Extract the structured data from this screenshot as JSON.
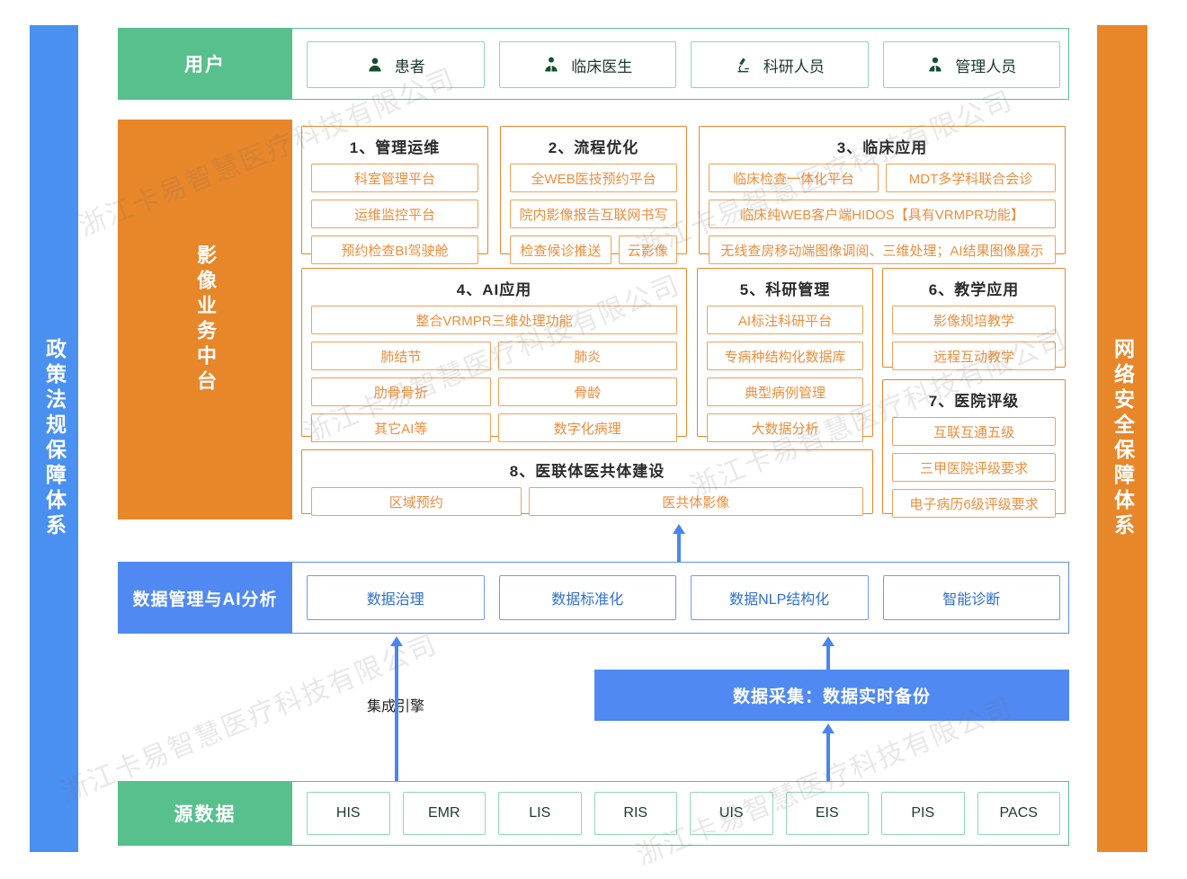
{
  "watermark": "浙江卡易智慧医疗科技有限公司",
  "pillars": {
    "left": "政策法规保障体系",
    "right": "网络安全保障体系"
  },
  "user_band": {
    "label": "用户",
    "items": [
      {
        "label": "患者",
        "icon": "patient-icon"
      },
      {
        "label": "临床医生",
        "icon": "doctor-icon"
      },
      {
        "label": "科研人员",
        "icon": "microscope-icon"
      },
      {
        "label": "管理人员",
        "icon": "manager-icon"
      }
    ]
  },
  "mid_band": {
    "label": "影像业务中台",
    "groups": [
      {
        "title": "1、管理运维",
        "rows": [
          [
            "科室管理平台"
          ],
          [
            "运维监控平台"
          ],
          [
            "预约检查BI驾驶舱"
          ]
        ]
      },
      {
        "title": "2、流程优化",
        "rows": [
          [
            "全WEB医技预约平台"
          ],
          [
            "院内影像报告互联网书写"
          ],
          [
            "检查候诊推送",
            "云影像"
          ]
        ]
      },
      {
        "title": "3、临床应用",
        "rows": [
          [
            "临床检查一体化平台",
            "MDT多学科联合会诊"
          ],
          [
            "临床纯WEB客户端HIDOS【具有VRMPR功能】"
          ],
          [
            "无线查房移动端图像调阅、三维处理；AI结果图像展示"
          ]
        ]
      },
      {
        "title": "4、AI应用",
        "rows": [
          [
            "整合VRMPR三维处理功能"
          ],
          [
            "肺结节",
            "肺炎"
          ],
          [
            "肋骨骨折",
            "骨龄"
          ],
          [
            "其它AI等",
            "数字化病理"
          ]
        ]
      },
      {
        "title": "5、科研管理",
        "rows": [
          [
            "AI标注科研平台"
          ],
          [
            "专病种结构化数据库"
          ],
          [
            "典型病例管理"
          ],
          [
            "大数据分析"
          ]
        ]
      },
      {
        "title": "6、教学应用",
        "rows": [
          [
            "影像规培教学"
          ],
          [
            "远程互动教学"
          ]
        ]
      },
      {
        "title": "7、医院评级",
        "rows": [
          [
            "互联互通五级"
          ],
          [
            "三甲医院评级要求"
          ],
          [
            "电子病历6级评级要求"
          ]
        ]
      },
      {
        "title": "8、医联体医共体建设",
        "rows": [
          [
            "区域预约",
            "医共体影像"
          ]
        ]
      }
    ]
  },
  "data_band": {
    "label": "数据管理与AI分析",
    "items": [
      "数据治理",
      "数据标准化",
      "数据NLP结构化",
      "智能诊断"
    ]
  },
  "collection": {
    "box_label": "数据采集：数据实时备份",
    "engine_label": "集成引擎"
  },
  "source_band": {
    "label": "源数据",
    "items": [
      "HIS",
      "EMR",
      "LIS",
      "RIS",
      "UIS",
      "EIS",
      "PIS",
      "PACS"
    ]
  },
  "colors": {
    "green": "#57c08d",
    "orange": "#e8862a",
    "orange_light": "#ed8e3d",
    "blue": "#5089f2",
    "blue_pillar": "#4a90f0"
  }
}
